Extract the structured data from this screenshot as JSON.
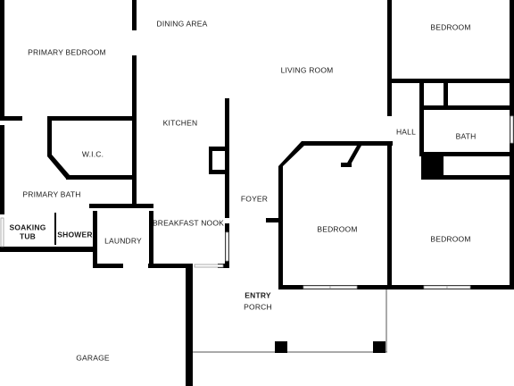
{
  "rooms": {
    "primary_bedroom": "PRIMARY BEDROOM",
    "dining_area": "DINING AREA",
    "living_room": "LIVING ROOM",
    "bedroom_top_right": "BEDROOM",
    "hall": "HALL",
    "bath": "BATH",
    "kitchen": "KITCHEN",
    "wic": "W.I.C.",
    "primary_bath": "PRIMARY BATH",
    "soaking_tub_line1": "SOAKING",
    "soaking_tub_line2": "TUB",
    "shower": "SHOWER",
    "laundry": "LAUNDRY",
    "breakfast_nook": "BREAKFAST NOOK",
    "foyer": "FOYER",
    "bedroom_center": "BEDROOM",
    "bedroom_right": "BEDROOM",
    "entry": "ENTRY",
    "porch": "PORCH",
    "garage": "GARAGE"
  },
  "colors": {
    "wall": "#000000",
    "background": "#ffffff",
    "label": "#1a1a1a"
  }
}
